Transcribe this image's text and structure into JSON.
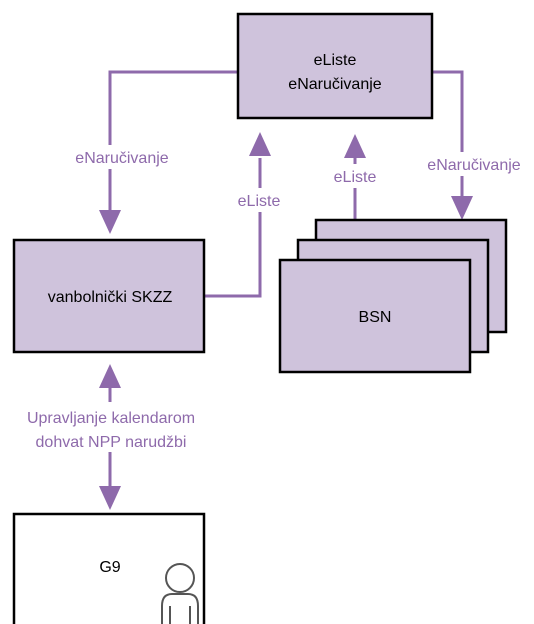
{
  "colors": {
    "box_fill": "#cfc3dc",
    "box_border": "#000000",
    "arrow": "#8e6aab",
    "label": "#8e6aab",
    "g9_fill": "#ffffff",
    "person_stroke": "#555555"
  },
  "nodes": {
    "eliste_top": {
      "line1": "eListe",
      "line2": "eNaručivanje"
    },
    "vanbolnicki": {
      "label": "vanbolnički SKZZ"
    },
    "bsn": {
      "label": "BSN"
    },
    "g9": {
      "label": "G9",
      "icon": "person-icon"
    }
  },
  "edges": {
    "top_to_vanbolnicki": "eNaručivanje",
    "vanbolnicki_to_top": "eListe",
    "bsn_to_top": "eListe",
    "top_to_bsn": "eNaručivanje",
    "vanbolnicki_g9_line1": "Upravljanje kalendarom",
    "vanbolnicki_g9_line2": "dohvat NPP narudžbi"
  }
}
